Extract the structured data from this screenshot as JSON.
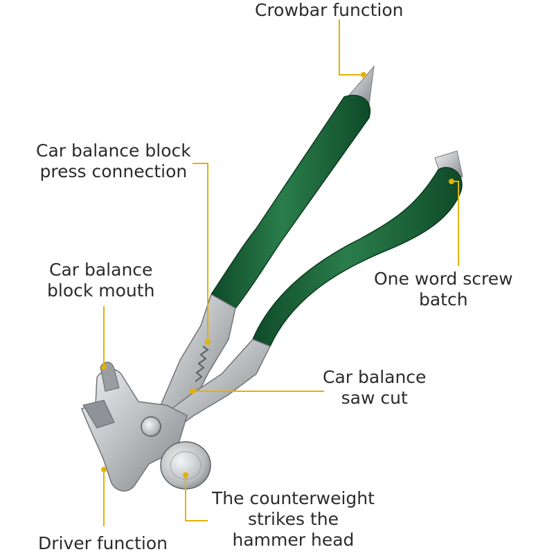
{
  "colors": {
    "handle_green": "#1f6b3e",
    "metal": "#c9cbcd",
    "leader_line": "#e3b100",
    "text": "#2b2b2b"
  },
  "labels": {
    "crowbar": [
      "Crowbar function"
    ],
    "press_connection": [
      "Car balance block",
      "press connection"
    ],
    "block_mouth": [
      "Car balance",
      "block mouth"
    ],
    "screw_batch": [
      "One word screw",
      "batch"
    ],
    "saw_cut": [
      "Car balance",
      "saw cut"
    ],
    "hammer_head": [
      "The counterweight",
      "strikes the",
      "hammer head"
    ],
    "driver": [
      "Driver function"
    ]
  }
}
